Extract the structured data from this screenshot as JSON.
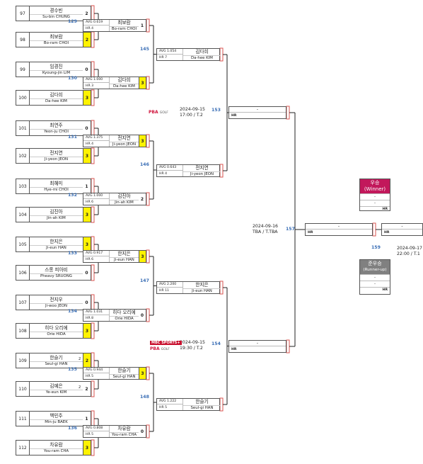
{
  "round1": [
    {
      "no": "97",
      "ko": "경수빈",
      "en": "Su-bin CHUNG",
      "score": "2",
      "win": false
    },
    {
      "no": "98",
      "ko": "최보람",
      "en": "Bo-ram CHOI",
      "score": "2",
      "win": true
    },
    {
      "no": "99",
      "ko": "임경진",
      "en": "Kyoung-jin LIM",
      "score": "0",
      "win": false
    },
    {
      "no": "100",
      "ko": "김다희",
      "en": "Da-hee KIM",
      "score": "3",
      "win": true
    },
    {
      "no": "101",
      "ko": "최연주",
      "en": "Yeon-ju CHOI",
      "score": "0",
      "win": false
    },
    {
      "no": "102",
      "ko": "전지연",
      "en": "Ji-yeon JEON",
      "score": "3",
      "win": true
    },
    {
      "no": "103",
      "ko": "최혜미",
      "en": "Hye-mi CHOI",
      "score": "1",
      "win": false
    },
    {
      "no": "104",
      "ko": "김진아",
      "en": "Jin-ah KIM",
      "score": "3",
      "win": true
    },
    {
      "no": "105",
      "ko": "한지은",
      "en": "Ji-eun HAN",
      "score": "3",
      "win": true
    },
    {
      "no": "106",
      "ko": "스롱 피아비",
      "en": "Pheavy SRUONG",
      "score": "0",
      "win": false
    },
    {
      "no": "107",
      "ko": "전지우",
      "en": "Ji-woo JEON",
      "score": "0",
      "win": false
    },
    {
      "no": "108",
      "ko": "히다 오리에",
      "en": "Orie HIDA",
      "score": "3",
      "win": true
    },
    {
      "no": "109",
      "ko": "한슬기",
      "en": "Seul-gi HAN",
      "score": "2",
      "win": true
    },
    {
      "no": "110",
      "ko": "김예은",
      "en": "Ye-eun KIM",
      "score": "2",
      "win": false
    },
    {
      "no": "111",
      "ko": "백민주",
      "en": "Min-ju BAEK",
      "score": "1",
      "win": false
    },
    {
      "no": "112",
      "ko": "차유람",
      "en": "You-ram CHA",
      "score": "3",
      "win": true
    }
  ],
  "round1_marks": [
    "2",
    "2"
  ],
  "round2": [
    {
      "avg": "AVG 0.619",
      "hr": "HR 4",
      "ko": "최보람",
      "en": "Bo-ram CHOI",
      "score": "1",
      "win": false
    },
    {
      "avg": "AVG 1.000",
      "hr": "HR 3",
      "ko": "김다희",
      "en": "Da-hee KIM",
      "score": "3",
      "win": true
    },
    {
      "avg": "AVG 1.375",
      "hr": "HR 4",
      "ko": "전지연",
      "en": "Ji-yeon JEON",
      "score": "3",
      "win": true
    },
    {
      "avg": "AVG 1.000",
      "hr": "HR 6",
      "ko": "김진아",
      "en": "Jin-ah KIM",
      "score": "2",
      "win": false
    },
    {
      "avg": "AVG 0.917",
      "hr": "HR 6",
      "ko": "한지은",
      "en": "Ji-eun HAN",
      "score": "3",
      "win": true
    },
    {
      "avg": "AVG 1.031",
      "hr": "HR 8",
      "ko": "히다 오리에",
      "en": "Orie HIDA",
      "score": "0",
      "win": false
    },
    {
      "avg": "AVG 0.944",
      "hr": "HR 5",
      "ko": "한슬기",
      "en": "Seul-gi HAN",
      "score": "3",
      "win": true
    },
    {
      "avg": "AVG 0.808",
      "hr": "HR 5",
      "ko": "차유람",
      "en": "You-ram CHA",
      "score": "0",
      "win": false
    }
  ],
  "round3": [
    {
      "avg": "AVG 1.054",
      "hr": "HR 7",
      "ko": "김다희",
      "en": "Da-hee KIM"
    },
    {
      "avg": "AVG 0.643",
      "hr": "HR 4",
      "ko": "전지연",
      "en": "Ji-yeon JEON"
    },
    {
      "avg": "AVG 2.200",
      "hr": "HR 11",
      "ko": "한지은",
      "en": "Ji-eun HAN"
    },
    {
      "avg": "AVG 1.222",
      "hr": "HR 5",
      "ko": "한슬기",
      "en": "Seul-gi HAN"
    }
  ],
  "round4": [
    {
      "top": "-",
      "hr": "HR"
    },
    {
      "top": "-",
      "hr": "HR"
    }
  ],
  "final": [
    {
      "top": "-",
      "hr": "HR"
    },
    {
      "top": "-",
      "hr": "HR"
    }
  ],
  "match_numbers": {
    "r1": [
      "129",
      "130",
      "131",
      "132",
      "133",
      "134",
      "135",
      "136"
    ],
    "r2": [
      "145",
      "146",
      "147",
      "148"
    ],
    "r3": [
      "153",
      "154"
    ],
    "semi": "157",
    "final": "159"
  },
  "schedule": {
    "top_date": "2024-09-15",
    "top_time": "17:00 / T.2",
    "bottom_date": "2024-09-15",
    "bottom_time": "19:30 / T.2",
    "semi_date": "2024-09-16",
    "semi_time": "TBA / T.TBA",
    "final_date": "2024-09-17",
    "final_time": "22:00 / T.1"
  },
  "broadcast": {
    "pba": "PBA",
    "golf": "GOLF",
    "mbc": "MBC SPORTS+"
  },
  "winner": {
    "title": "우승",
    "subtitle": "(Winner)",
    "row1": "-",
    "row2": "-",
    "hr": "HR",
    "color": "#c2185b"
  },
  "runnerup": {
    "title": "준우승",
    "subtitle": "(Runner-up)",
    "row1": "-",
    "row2": "-",
    "hr": "HR",
    "color": "#808080"
  }
}
